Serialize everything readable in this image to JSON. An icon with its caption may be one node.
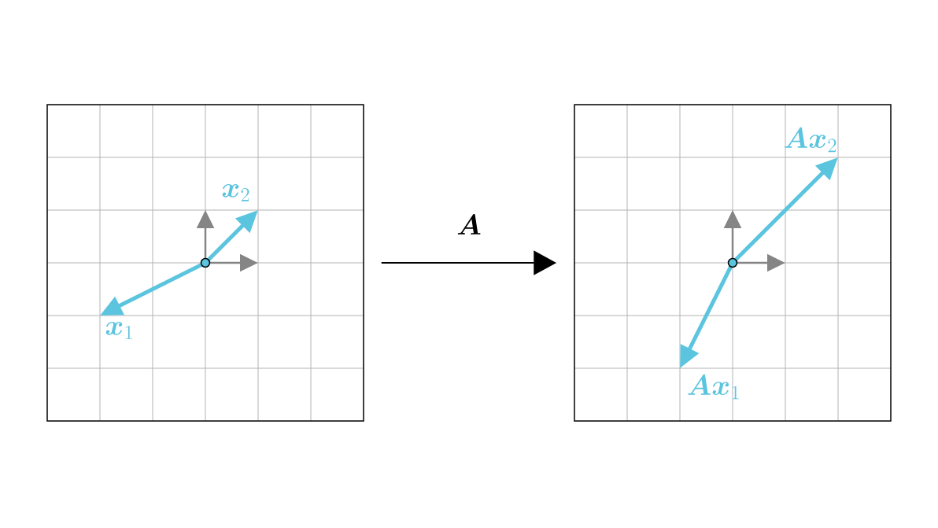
{
  "diagram": {
    "nodes": [
      {
        "text": [],
        "shape": "box"
      },
      {
        "text": [],
        "shape": "box"
      }
    ],
    "edges": [
      {
        "from": 0,
        "to": 1,
        "arrow": "to",
        "label": "\\boldsymbol{A}"
      }
    ],
    "labels": [
      "\\boldsymbol{x}_2",
      "\\boldsymbol{x}_1",
      "\\boldsymbol{Ax}_2",
      "\\boldsymbol{Ax}_1"
    ]
  }
}
